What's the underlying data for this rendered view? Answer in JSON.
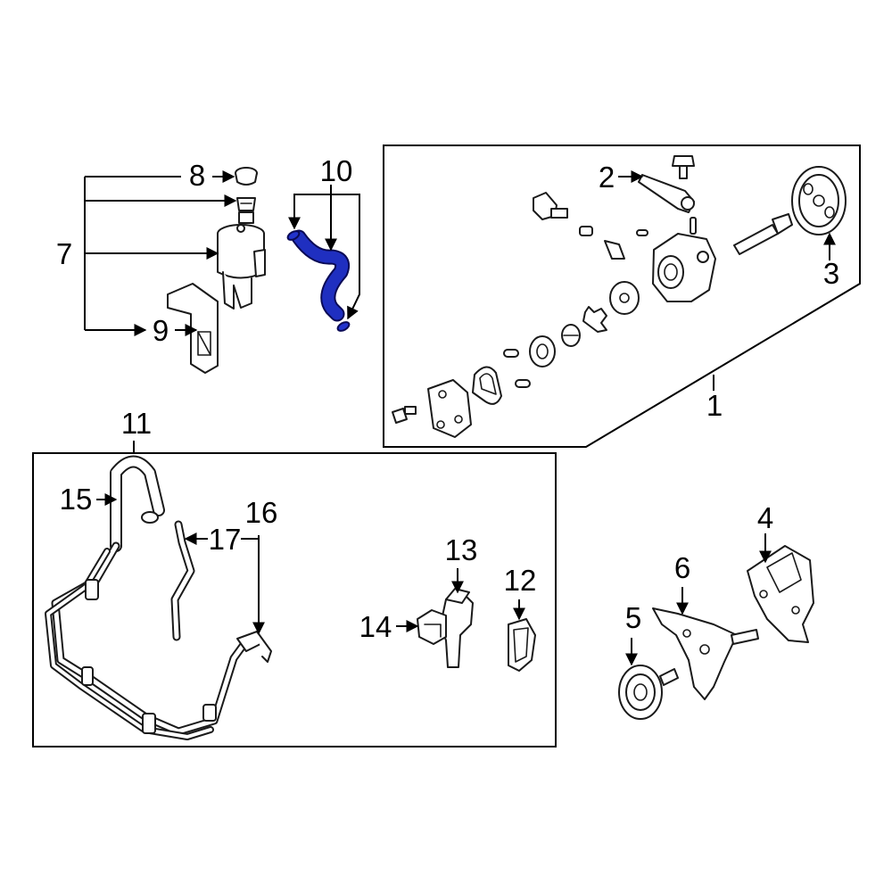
{
  "callouts": {
    "c1": "1",
    "c2": "2",
    "c3": "3",
    "c4": "4",
    "c5": "5",
    "c6": "6",
    "c7": "7",
    "c8": "8",
    "c9": "9",
    "c10": "10",
    "c11": "11",
    "c12": "12",
    "c13": "13",
    "c14": "14",
    "c15": "15",
    "c16": "16",
    "c17": "17"
  },
  "colors": {
    "highlight": "#2233cc",
    "line": "#000000",
    "background": "#ffffff"
  },
  "highlighted_part": "10"
}
